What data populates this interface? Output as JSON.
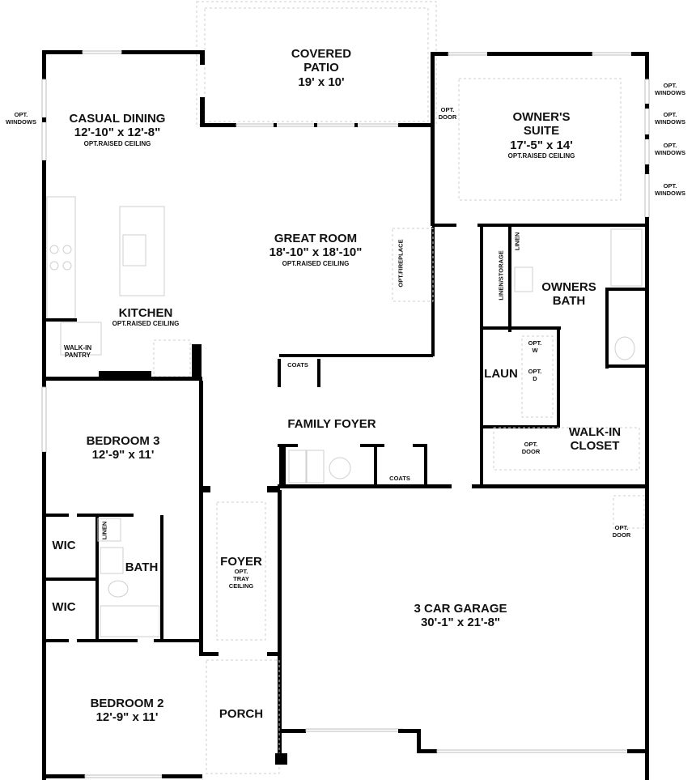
{
  "plan": {
    "rooms": [
      {
        "id": "covered-patio",
        "name": "COVERED\nPATIO",
        "name_lines": [
          "COVERED",
          "PATIO"
        ],
        "dims": "19' x 10'"
      },
      {
        "id": "casual-dining",
        "name": "CASUAL DINING",
        "dims": "12'-10\" x 12'-8\"",
        "note": "OPT.RAISED CEILING"
      },
      {
        "id": "owners-suite",
        "name_lines": [
          "OWNER'S",
          "SUITE"
        ],
        "dims": "17'-5\" x 14'",
        "note": "OPT.RAISED CEILING"
      },
      {
        "id": "great-room",
        "name": "GREAT ROOM",
        "dims": "18'-10\" x 18'-10\"",
        "note": "OPT.RAISED CEILING"
      },
      {
        "id": "kitchen",
        "name": "KITCHEN",
        "note": "OPT.RAISED CEILING"
      },
      {
        "id": "walk-in-pantry",
        "name_lines": [
          "WALK-IN",
          "PANTRY"
        ]
      },
      {
        "id": "owners-bath",
        "name_lines": [
          "OWNERS",
          "BATH"
        ]
      },
      {
        "id": "laundry",
        "name": "LAUN"
      },
      {
        "id": "walk-in-closet",
        "name_lines": [
          "WALK-IN",
          "CLOSET"
        ]
      },
      {
        "id": "family-foyer",
        "name": "FAMILY FOYER"
      },
      {
        "id": "bedroom-3",
        "name": "BEDROOM 3",
        "dims": "12'-9\" x 11'"
      },
      {
        "id": "bath",
        "name": "BATH"
      },
      {
        "id": "wic-1",
        "name": "WIC"
      },
      {
        "id": "wic-2",
        "name": "WIC"
      },
      {
        "id": "foyer",
        "name": "FOYER",
        "note_lines": [
          "OPT.",
          "TRAY",
          "CEILING"
        ]
      },
      {
        "id": "garage",
        "name": "3 CAR GARAGE",
        "dims": "30'-1\" x 21'-8\""
      },
      {
        "id": "bedroom-2",
        "name": "BEDROOM 2",
        "dims": "12'-9\" x 11'"
      },
      {
        "id": "porch",
        "name": "PORCH"
      }
    ],
    "annotations": {
      "opt_windows_left": [
        "OPT.",
        "WINDOWS"
      ],
      "opt_windows_right": [
        [
          "OPT.",
          "WINDOWS"
        ],
        [
          "OPT.",
          "WINDOWS"
        ],
        [
          "OPT.",
          "WINDOWS"
        ],
        [
          "OPT.",
          "WINDOWS"
        ]
      ],
      "opt_door_suite": [
        "OPT.",
        "DOOR"
      ],
      "opt_door_closet": [
        "OPT.",
        "DOOR"
      ],
      "opt_door_garage": [
        "OPT.",
        "DOOR"
      ],
      "opt_fireplace": "OPT.FIREPLACE",
      "linen_storage": "LINEN/STORAGE",
      "linen_owners": "LINEN",
      "linen_bath": "LINEN",
      "coats_1": "COATS",
      "coats_2": "COATS",
      "opt_washer": [
        "OPT.",
        "W"
      ],
      "opt_dryer": [
        "OPT.",
        "D"
      ]
    },
    "colors": {
      "wall": "#000000",
      "fixture": "#cfcfcf",
      "background": "#ffffff"
    }
  }
}
